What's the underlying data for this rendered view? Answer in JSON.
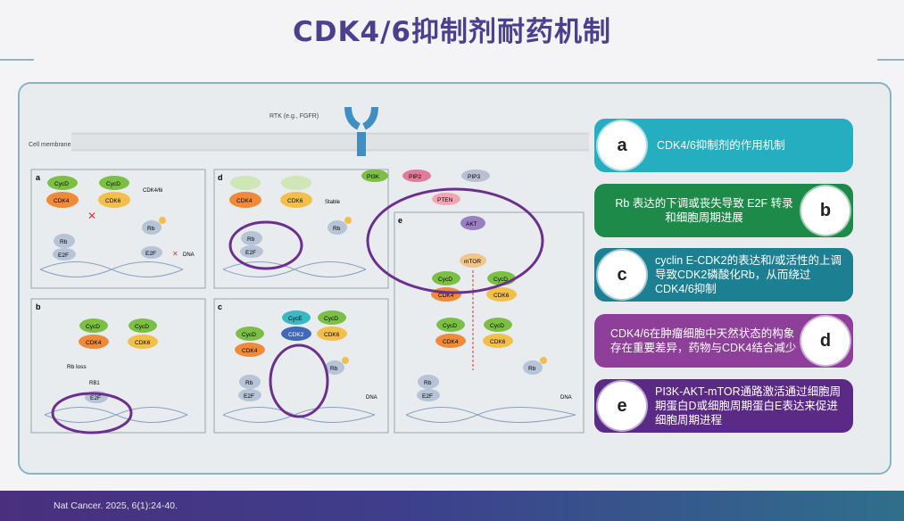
{
  "title": "CDK4/6抑制剂耐药机制",
  "figure": {
    "rtk_label": "RTK (e.g., FGFR)",
    "membrane_label": "Cell membrane",
    "panel_a": "a",
    "panel_b": "b",
    "panel_c": "c",
    "panel_d": "d",
    "panel_e": "e",
    "cycd": "CycD",
    "cdk4": "CDK4",
    "cdk6": "CDK6",
    "cyce": "CycE",
    "cdk2": "CDK2",
    "rb": "Rb",
    "e2f": "E2F",
    "p": "P",
    "dna": "DNA",
    "cdk46i": "CDK4/6i",
    "stable": "Stable",
    "rb_loss": "Rb loss",
    "rb1": "RB1",
    "pi3k": "PI3K",
    "pip2": "PIP2",
    "pip3": "PIP3",
    "pten": "PTEN",
    "akt": "AKT",
    "mtor": "mTOR"
  },
  "cards": [
    {
      "letter": "a",
      "text": "CDK4/6抑制剂的作用机制",
      "color": "#24aebf"
    },
    {
      "letter": "b",
      "text": "Rb 表达的下调或丧失导致 E2F 转录和细胞周期进展",
      "color": "#1e8a4a"
    },
    {
      "letter": "c",
      "text": "cyclin E-CDK2的表达和/或活性的上调导致CDK2磷酸化Rb，从而绕过CDK4/6抑制",
      "color": "#1d7f92"
    },
    {
      "letter": "d",
      "text": "CDK4/6在肿瘤细胞中天然状态的构象存在重要差异，药物与CDK4结合减少",
      "color": "#8e3f9a"
    },
    {
      "letter": "e",
      "text": "PI3K-AKT-mTOR通路激活通过细胞周期蛋白D或细胞周期蛋白E表达来促进细胞周期进程",
      "color": "#5b2a86"
    }
  ],
  "footer": "Nat Cancer. 2025, 6(1):24-40."
}
